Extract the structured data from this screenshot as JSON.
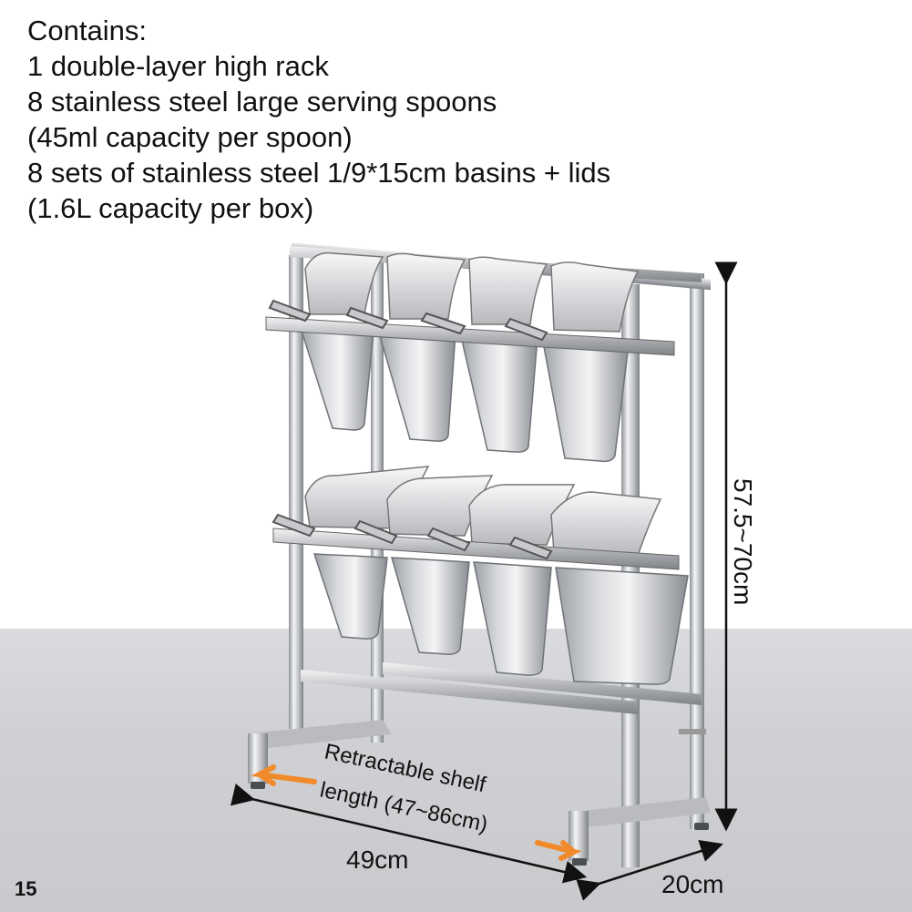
{
  "contents": {
    "heading": "Contains:",
    "lines": [
      "1 double-layer high rack",
      "8 stainless steel large serving spoons",
      "(45ml capacity per spoon)",
      "8 sets of stainless steel 1/9*15cm basins + lids",
      "(1.6L capacity per box)"
    ]
  },
  "dimensions": {
    "height": "57.5~70cm",
    "width": "49cm",
    "depth": "20cm",
    "retractable_line1": "Retractable shelf",
    "retractable_line2": "length (47~86cm)"
  },
  "page_number": "15",
  "colors": {
    "steel_light": "#e6e7e9",
    "steel_dark": "#8e9196",
    "arrow_orange": "#f08a2a",
    "floor": "#cfd0d3"
  }
}
